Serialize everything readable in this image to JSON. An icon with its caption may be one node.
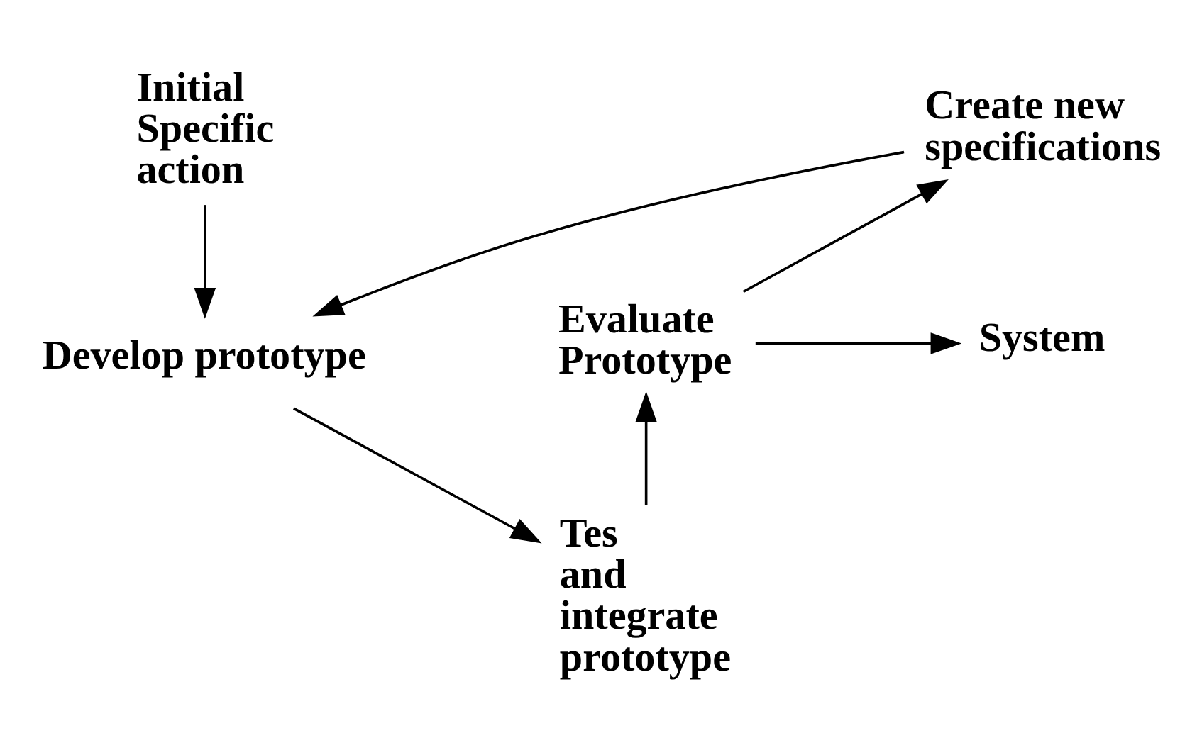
{
  "diagram": {
    "nodes": [
      {
        "text": [
          "Initial Specific action"
        ]
      },
      {
        "text": [
          "Develop prototype"
        ]
      },
      {
        "text": [
          "Tes and integrate prototype"
        ]
      },
      {
        "text": [
          "Evaluate Prototype"
        ]
      },
      {
        "text": [
          "Create new specifications"
        ]
      },
      {
        "text": [
          "System"
        ]
      }
    ],
    "edges": [
      {
        "from": 0,
        "to": 1,
        "arrow": "to"
      },
      {
        "from": 1,
        "to": 2,
        "arrow": "to"
      },
      {
        "from": 2,
        "to": 3,
        "arrow": "to"
      },
      {
        "from": 3,
        "to": 4,
        "arrow": "to"
      },
      {
        "from": 4,
        "to": 1,
        "arrow": "to"
      },
      {
        "from": 3,
        "to": 5,
        "arrow": "to"
      }
    ]
  }
}
